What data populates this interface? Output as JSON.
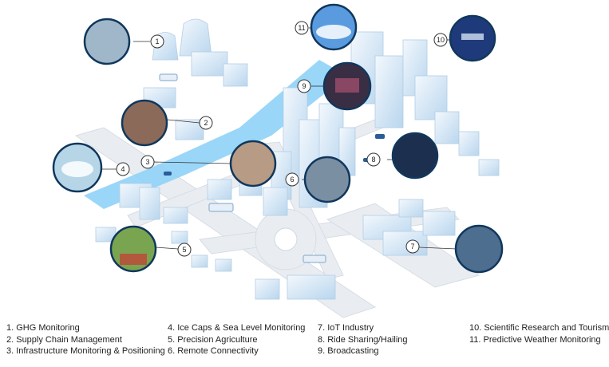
{
  "markers": [
    "1",
    "2",
    "3",
    "4",
    "5",
    "6",
    "7",
    "8",
    "9",
    "10",
    "11"
  ],
  "legend": {
    "col1": [
      "1. GHG Monitoring",
      "2. Supply Chain Management",
      "3. Infrastructure Monitoring & Positioning"
    ],
    "col2": [
      "4. Ice Caps & Sea Level Monitoring",
      "5. Precision Agriculture",
      "6. Remote Connectivity"
    ],
    "col3": [
      "7. IoT Industry",
      "8. Ride Sharing/Hailing",
      "9. Broadcasting"
    ],
    "col4": [
      "10. Scientific Research and Tourism",
      "11. Predictive Weather Monitoring"
    ]
  },
  "colors": {
    "river": "#8fd2f7",
    "road": "#e8ecef",
    "building": "#dcebf7",
    "building_shade": "#b8d4ec",
    "ring": "#10375c"
  }
}
